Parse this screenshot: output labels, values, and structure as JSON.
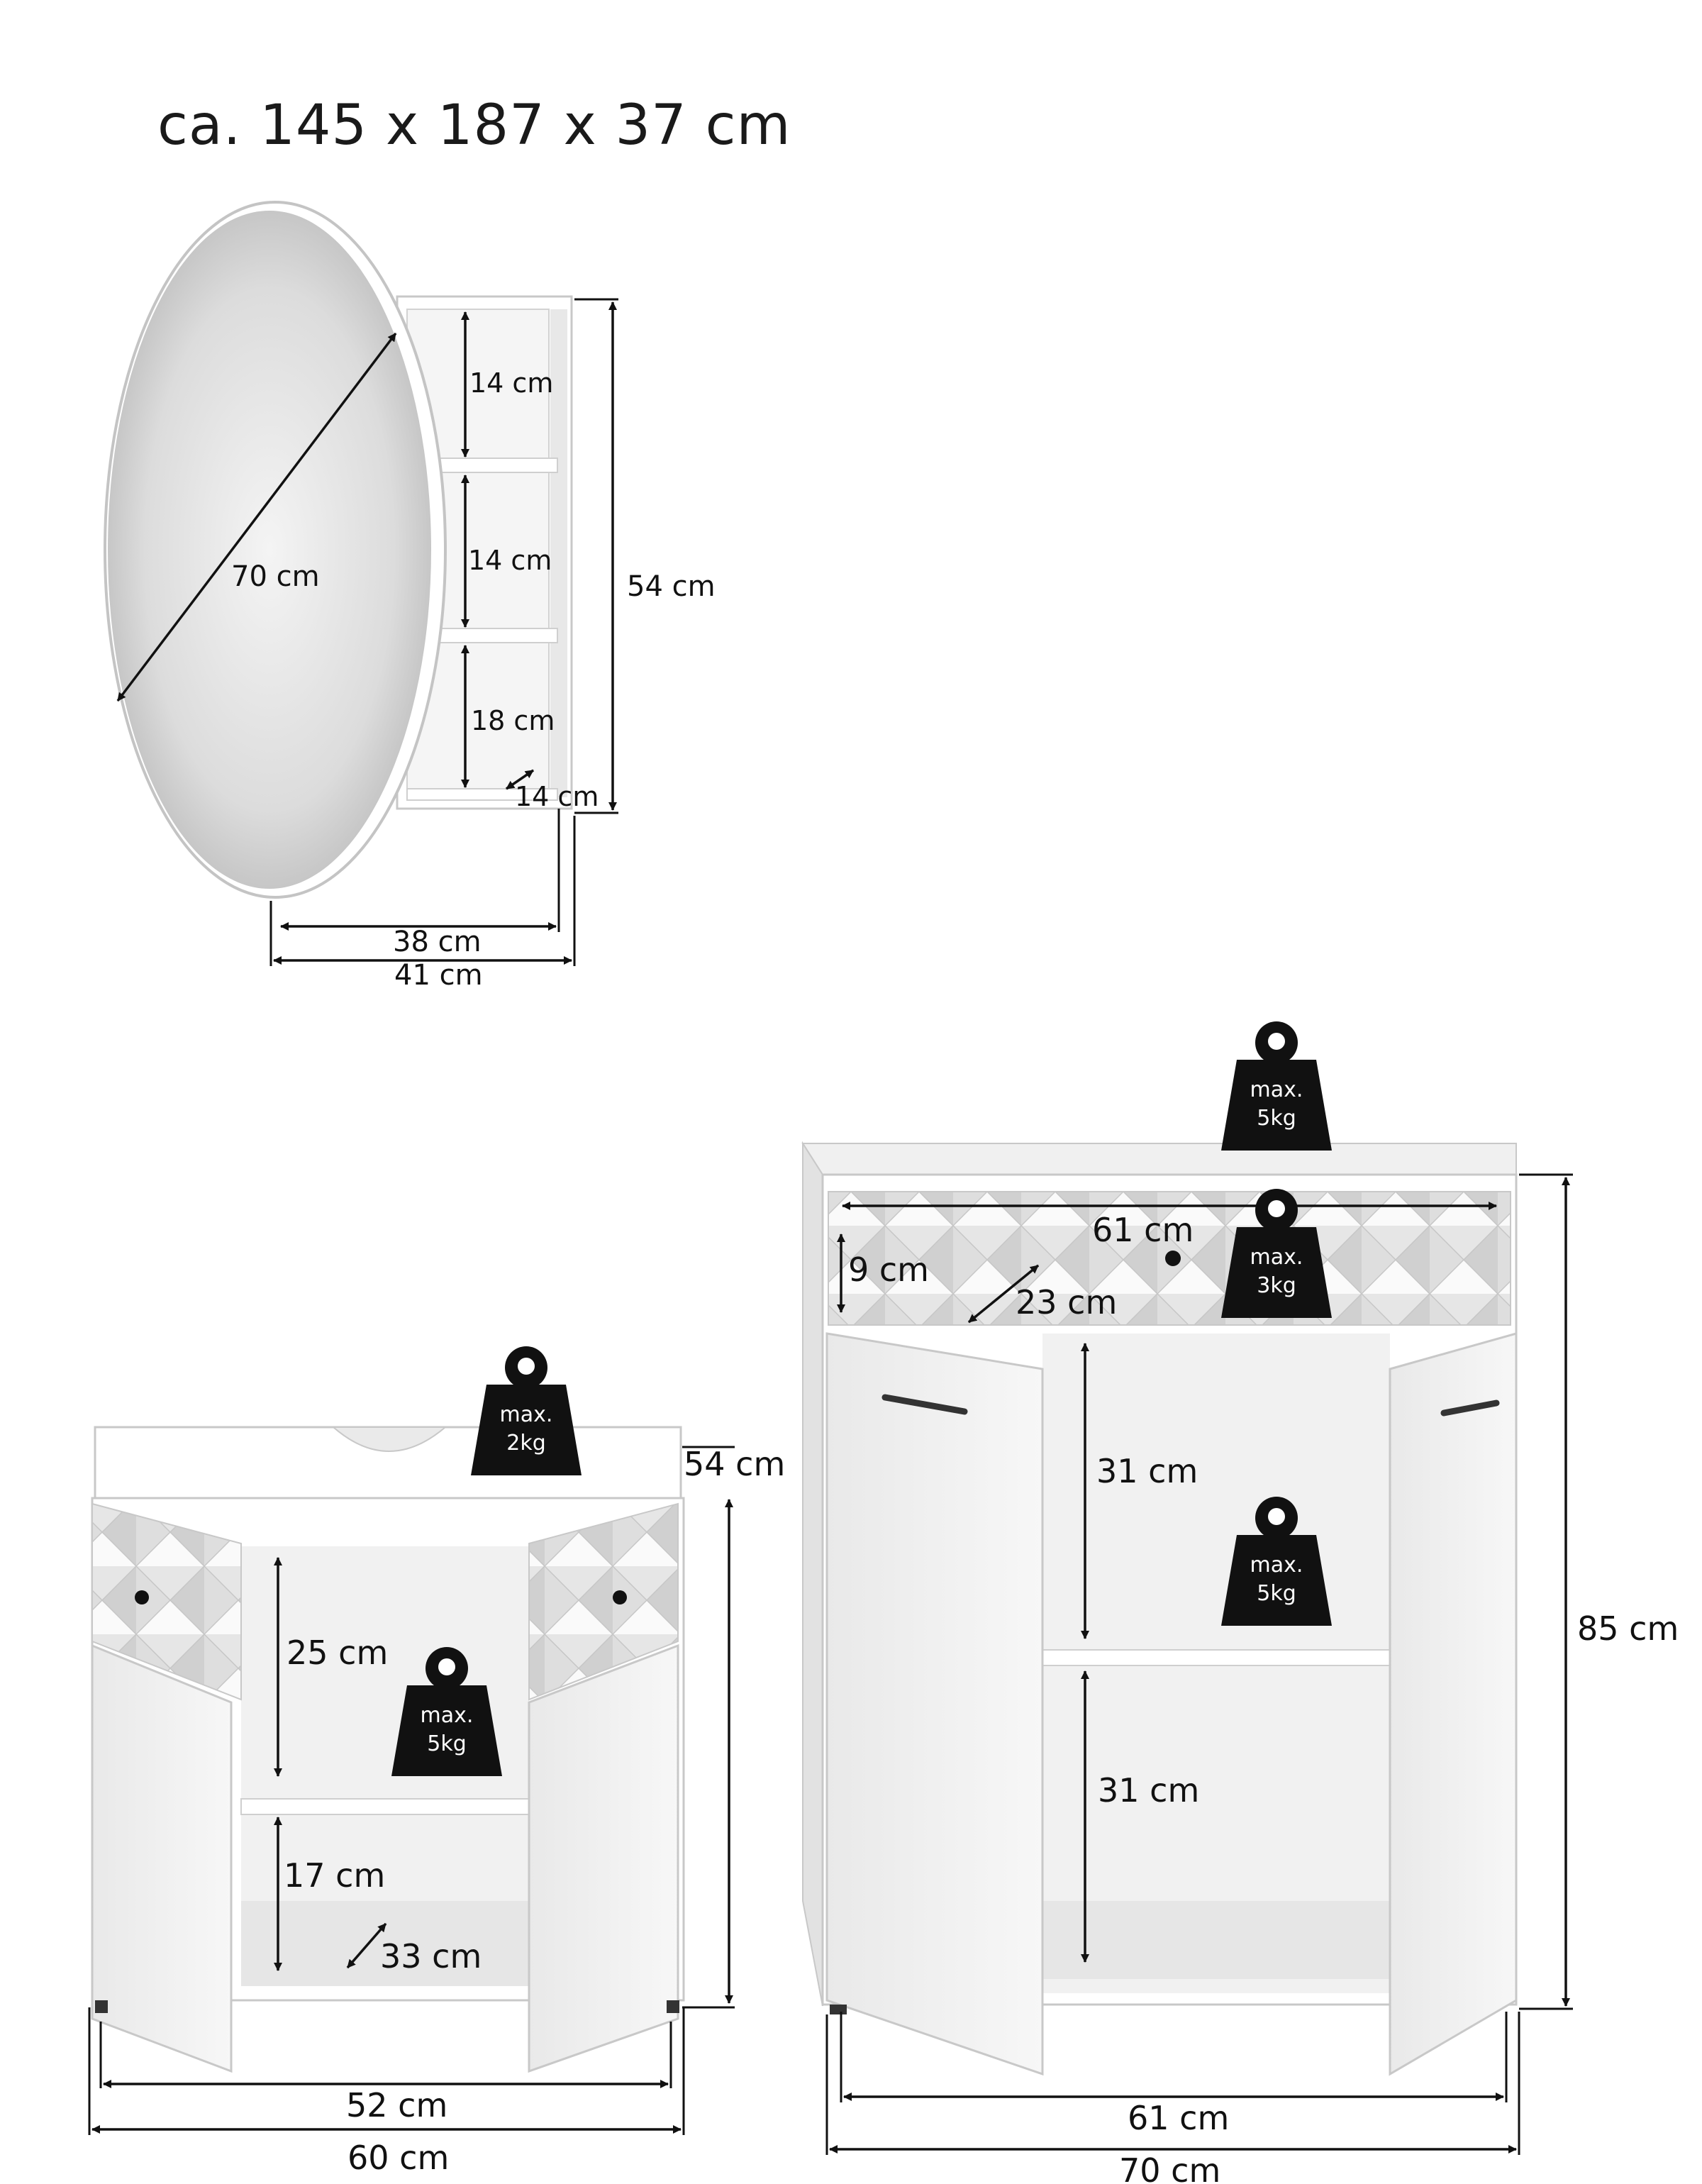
{
  "title": "ca. 145 x 187 x 37 cm",
  "mirror_cabinet": {
    "mirror_diameter": "70 cm",
    "shelf_top": "14 cm",
    "shelf_middle": "14 cm",
    "shelf_bottom": "18 cm",
    "inner_depth": "14 cm",
    "height": "54 cm",
    "inner_width": "38 cm",
    "outer_width": "41 cm"
  },
  "vanity": {
    "load_top": {
      "max": "max.",
      "weight": "2kg"
    },
    "load_shelf": {
      "max": "max.",
      "weight": "5kg"
    },
    "height": "54 cm",
    "upper_compartment": "25 cm",
    "lower_compartment": "17 cm",
    "depth": "33 cm",
    "inner_width": "52 cm",
    "outer_width": "60 cm"
  },
  "sideboard": {
    "load_top": {
      "max": "max.",
      "weight": "5kg"
    },
    "load_drawer": {
      "max": "max.",
      "weight": "3kg"
    },
    "load_shelf": {
      "max": "max.",
      "weight": "5kg"
    },
    "drawer_width": "61 cm",
    "drawer_height": "9 cm",
    "drawer_depth": "23 cm",
    "upper_compartment": "31 cm",
    "lower_compartment": "31 cm",
    "height": "85 cm",
    "inner_width": "61 cm",
    "outer_width": "70 cm"
  },
  "colors": {
    "line": "#111111",
    "panel": "#ffffff",
    "shade": "#e4e4e4",
    "weight_icon": "#111111"
  },
  "icons": [
    "weight-icon"
  ]
}
